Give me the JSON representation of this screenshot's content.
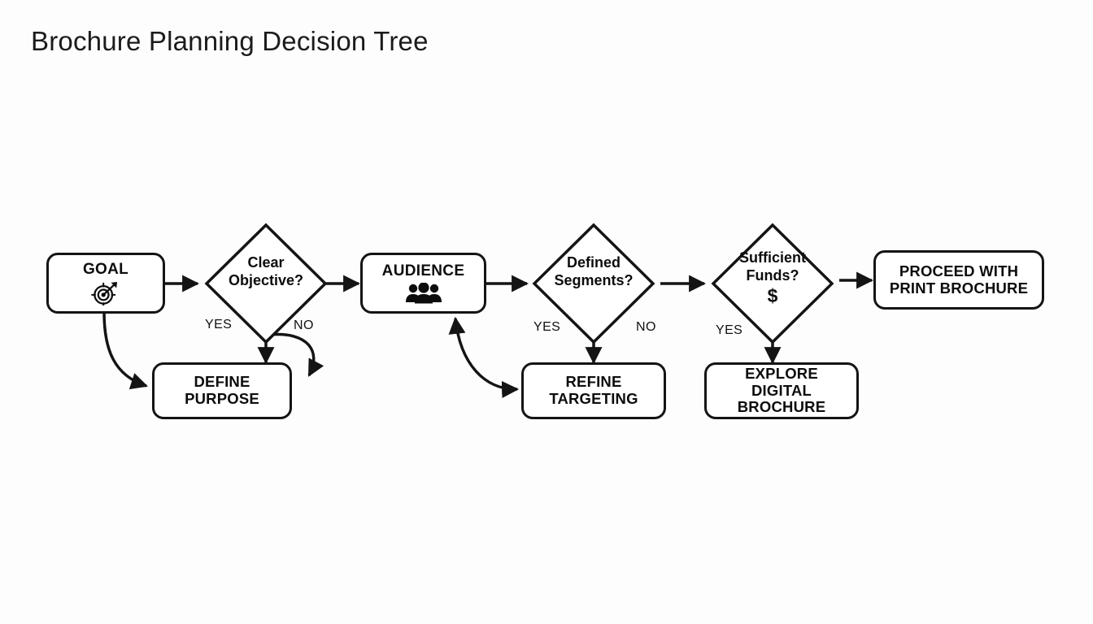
{
  "page": {
    "title": "Brochure Planning Decision Tree",
    "background_color": "#fdfdfd",
    "stroke_color": "#141414",
    "text_color": "#0d0d0d"
  },
  "diagram": {
    "type": "decision-tree-flowchart",
    "nodes": [
      {
        "id": "goal",
        "shape": "rounded-rect",
        "label": "GOAL",
        "icon": "target-dartboard-icon",
        "icon_glyph": "◎"
      },
      {
        "id": "clear-objective",
        "shape": "diamond",
        "label_line1": "Clear",
        "label_line2": "Objective?"
      },
      {
        "id": "audience",
        "shape": "rounded-rect",
        "label": "AUDIENCE",
        "icon": "people-group-icon"
      },
      {
        "id": "defined-segments",
        "shape": "diamond",
        "label_line1": "Defined",
        "label_line2": "Segments?"
      },
      {
        "id": "sufficient-funds",
        "shape": "diamond",
        "label_line1": "Sufficient",
        "label_line2": "Funds?",
        "icon": "dollar-sign-icon",
        "icon_glyph": "$"
      },
      {
        "id": "proceed-print",
        "shape": "rounded-rect",
        "label_line1": "PROCEED WITH",
        "label_line2": "PRINT BROCHURE"
      },
      {
        "id": "define-purpose",
        "shape": "rounded-rect",
        "label_line1": "DEFINE",
        "label_line2": "PURPOSE"
      },
      {
        "id": "refine-targeting",
        "shape": "rounded-rect",
        "label_line1": "REFINE",
        "label_line2": "TARGETING"
      },
      {
        "id": "explore-digital",
        "shape": "rounded-rect",
        "label_line1": "EXPLORE DIGITAL",
        "label_line2": "BROCHURE"
      }
    ],
    "edge_labels": {
      "objective_yes": "YES",
      "objective_no": "NO",
      "segments_yes": "YES",
      "segments_no": "NO",
      "funds_yes": "YES"
    }
  }
}
